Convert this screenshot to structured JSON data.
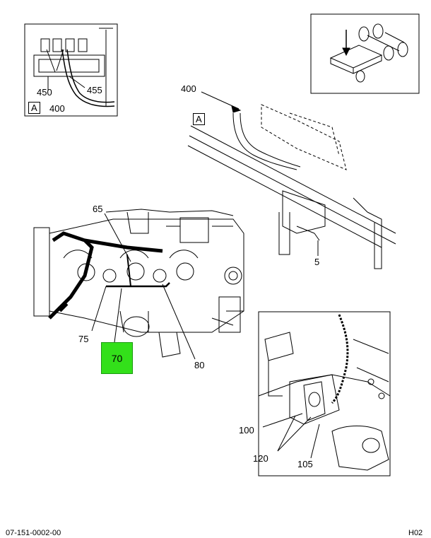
{
  "inset_a": {
    "label_450": "450",
    "label_455": "455",
    "box_letter": "A",
    "label_400": "400"
  },
  "main_frame": {
    "label_400": "400",
    "box_letter": "A",
    "label_5": "5"
  },
  "engine": {
    "label_65": "65",
    "label_75": "75",
    "label_70": "70",
    "label_80": "80"
  },
  "detail": {
    "label_100": "100",
    "label_120": "120",
    "label_105": "105"
  },
  "highlight_color": "#33e01a",
  "footer": {
    "left": "07-151-0002-00",
    "right": "H02"
  }
}
